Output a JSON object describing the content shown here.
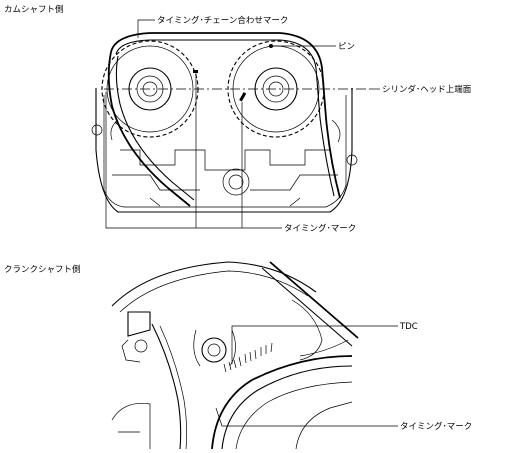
{
  "sections": {
    "camshaft_side": "カムシャフト側",
    "crankshaft_side": "クランクシャフト側"
  },
  "camshaft": {
    "chain_alignment_mark": "タイミング･チェーン合わせマーク",
    "pin": "ピン",
    "cylinder_head_top_surface": "シリンダ･ヘッド上端面",
    "timing_marks": "タイミング･マーク"
  },
  "crankshaft": {
    "tdc": "TDC",
    "timing_mark": "タイミング･マーク"
  }
}
